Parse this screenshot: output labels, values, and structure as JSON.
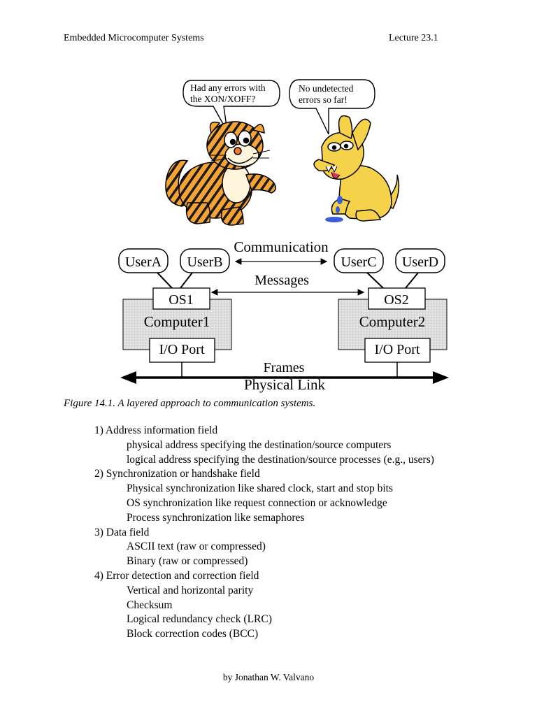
{
  "header": {
    "course": "Embedded Microcomputer Systems",
    "lecture": "Lecture 23.1"
  },
  "cartoon": {
    "tiger_speech": [
      "Had any errors with",
      "the XON/XOFF?"
    ],
    "dog_speech": [
      "No undetected",
      "errors so far!"
    ]
  },
  "diagram": {
    "communication": "Communication",
    "messages": "Messages",
    "frames": "Frames",
    "physical_link": "Physical Link",
    "users": [
      "UserA",
      "UserB",
      "UserC",
      "UserD"
    ],
    "os": [
      "OS1",
      "OS2"
    ],
    "computers": [
      "Computer1",
      "Computer2"
    ],
    "io_port": "I/O Port"
  },
  "figure_caption": "Figure 14.1. A layered approach to communication systems.",
  "list": [
    {
      "level": 1,
      "text": "1) Address information field"
    },
    {
      "level": 2,
      "text": "physical address specifying the destination/source computers"
    },
    {
      "level": 2,
      "text": "logical address specifying the destination/source processes (e.g., users)"
    },
    {
      "level": 1,
      "text": "2) Synchronization or handshake field"
    },
    {
      "level": 2,
      "text": "Physical synchronization like shared clock, start and stop bits"
    },
    {
      "level": 2,
      "text": "OS synchronization like request connection or acknowledge"
    },
    {
      "level": 2,
      "text": "Process synchronization like semaphores"
    },
    {
      "level": 1,
      "text": "3) Data field"
    },
    {
      "level": 2,
      "text": "ASCII text (raw or compressed)"
    },
    {
      "level": 2,
      "text": "Binary (raw or compressed)"
    },
    {
      "level": 1,
      "text": "4) Error detection and correction field"
    },
    {
      "level": 2,
      "text": "Vertical and horizontal parity"
    },
    {
      "level": 2,
      "text": "Checksum"
    },
    {
      "level": 2,
      "text": "Logical redundancy check (LRC)"
    },
    {
      "level": 2,
      "text": "Block correction codes (BCC)"
    }
  ],
  "footer": "by Jonathan W. Valvano"
}
